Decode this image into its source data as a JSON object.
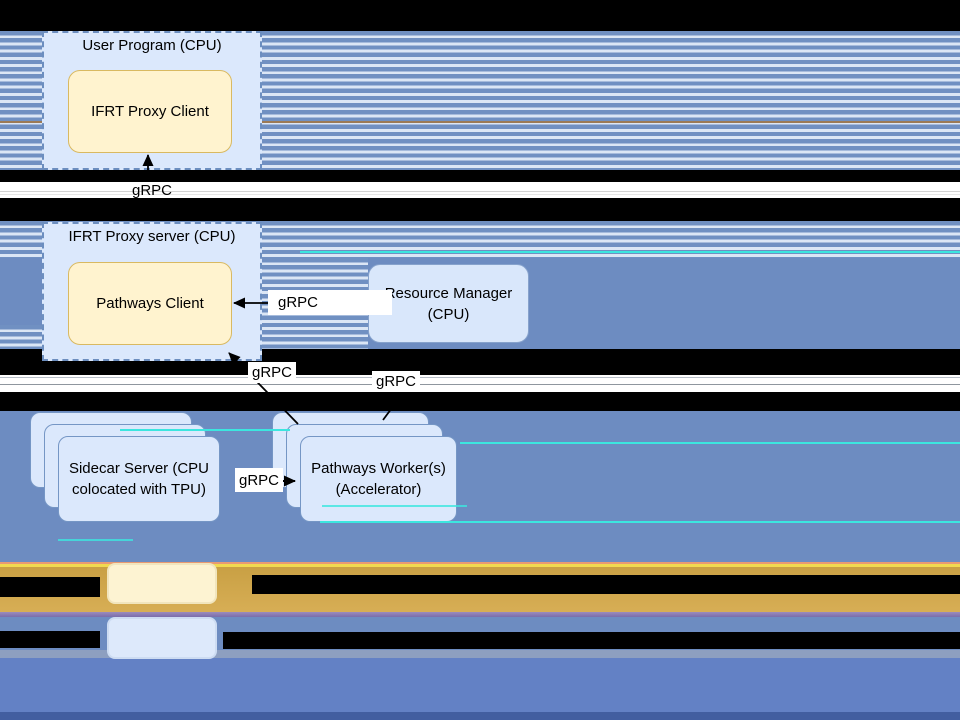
{
  "diagram": {
    "containers": {
      "user_program": {
        "title": "User Program (CPU)"
      },
      "ifrt_proxy_server": {
        "title": "IFRT Proxy server (CPU)"
      }
    },
    "nodes": {
      "ifrt_proxy_client": {
        "label": "IFRT Proxy Client"
      },
      "pathways_client": {
        "label": "Pathways Client"
      },
      "resource_manager": {
        "line1": "Resource Manager",
        "line2": "(CPU)"
      },
      "sidecar_server": {
        "line1": "Sidecar Server (CPU",
        "line2": "colocated with TPU)"
      },
      "pathways_workers": {
        "line1": "Pathways Worker(s)",
        "line2": "(Accelerator)"
      }
    },
    "edges": {
      "client_to_proxy": {
        "label": "gRPC"
      },
      "pathways_client_rm": {
        "label": "gRPC"
      },
      "workers_to_pathways_client": {
        "label": "gRPC"
      },
      "workers_to_rm": {
        "label": "gRPC"
      },
      "sidecar_workers": {
        "label": "gRPC"
      }
    },
    "colors": {
      "stripe_blue": "#7090c2",
      "stripe_light": "#dbe6f5",
      "solid_blue": "#6d8cc1",
      "container_fill": "#dbe8fc",
      "container_border": "#6c8ebf",
      "yellow_fill": "#fff3cf",
      "yellow_border": "#d9b961",
      "node_fill": "#d9e7fb",
      "node_border": "#86a2cc",
      "gold_band": "#cda64b",
      "legend_yellow": "#fdf3d2",
      "legend_blue": "#dde9fb",
      "navy_band": "#425ea0",
      "cyan_artifact": "#3ce6df",
      "black_band": "#000000"
    }
  }
}
